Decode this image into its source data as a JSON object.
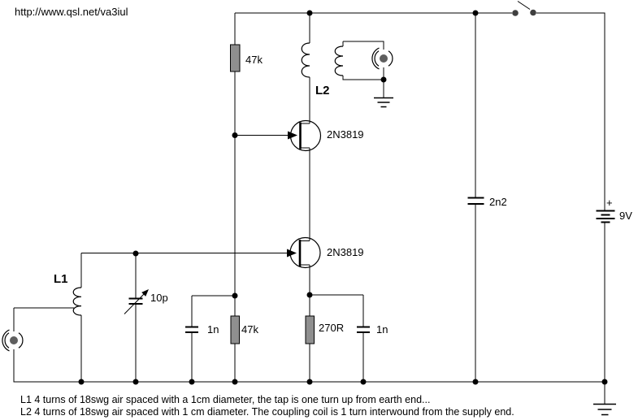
{
  "colors": {
    "background": "#ffffff",
    "wire": "#000000",
    "resistor_fill": "#8f8f8f",
    "switch_contact": "#3f3f3f",
    "connector_dot": "#5f5f5f"
  },
  "header": {
    "url_text": "http://www.qsl.net/va3iul"
  },
  "components": {
    "r1": "47k",
    "r2": "47k",
    "r3": "270R",
    "c1": "1n",
    "c2": "1n",
    "c3": "2n2",
    "c_tune": "10p",
    "l1": "L1",
    "l2": "L2",
    "q1": "2N3819",
    "q2": "2N3819",
    "battery_plus": "+",
    "battery_voltage": "9V"
  },
  "notes": {
    "line1": "L1 4 turns of 18swg air spaced with a 1cm diameter, the tap is one turn up from earth end...",
    "line2": "L2 4 turns of 18swg air spaced with 1 cm diameter. The coupling coil is 1 turn interwound from the supply end."
  }
}
